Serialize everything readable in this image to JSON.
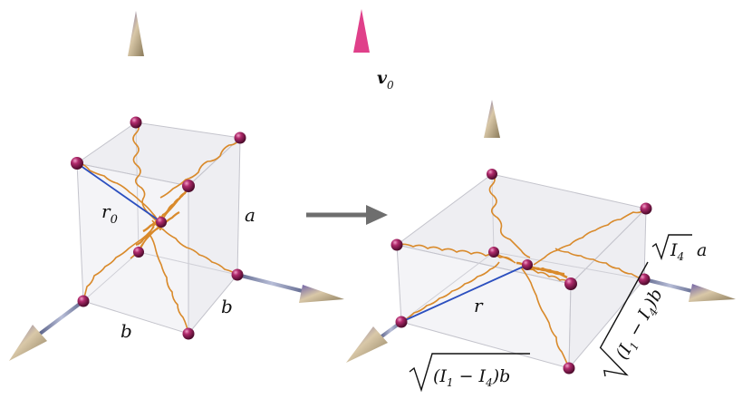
{
  "diagram": {
    "left": {
      "label_r": "r",
      "label_r_sub": "0",
      "label_a": "a",
      "label_b_bottom": "b",
      "label_b_right": "b"
    },
    "velocity": {
      "label": "v",
      "label_sub": "0"
    },
    "right": {
      "label_r": "r",
      "label_height_I": "I",
      "label_height_sub": "4",
      "label_height_a": "a",
      "label_bottom_open": "(I",
      "label_bottom_sub1": "1",
      "label_bottom_minus": " − I",
      "label_bottom_sub2": "4",
      "label_bottom_close": ")b",
      "label_side_open": "(I",
      "label_side_sub1": "1",
      "label_side_minus": " − I",
      "label_side_sub2": "4",
      "label_side_close": ")b"
    },
    "colors": {
      "axis": "#7e86a8",
      "velocity_arrow": "#e0408a",
      "sphere": "#8b1a52",
      "chain": "#d98a2b",
      "box_edge": "#c4c4cc",
      "box_fill": "#e6e6ea",
      "vector_r": "#2b4fbf",
      "transform_arrow": "#6e6e6e"
    }
  }
}
